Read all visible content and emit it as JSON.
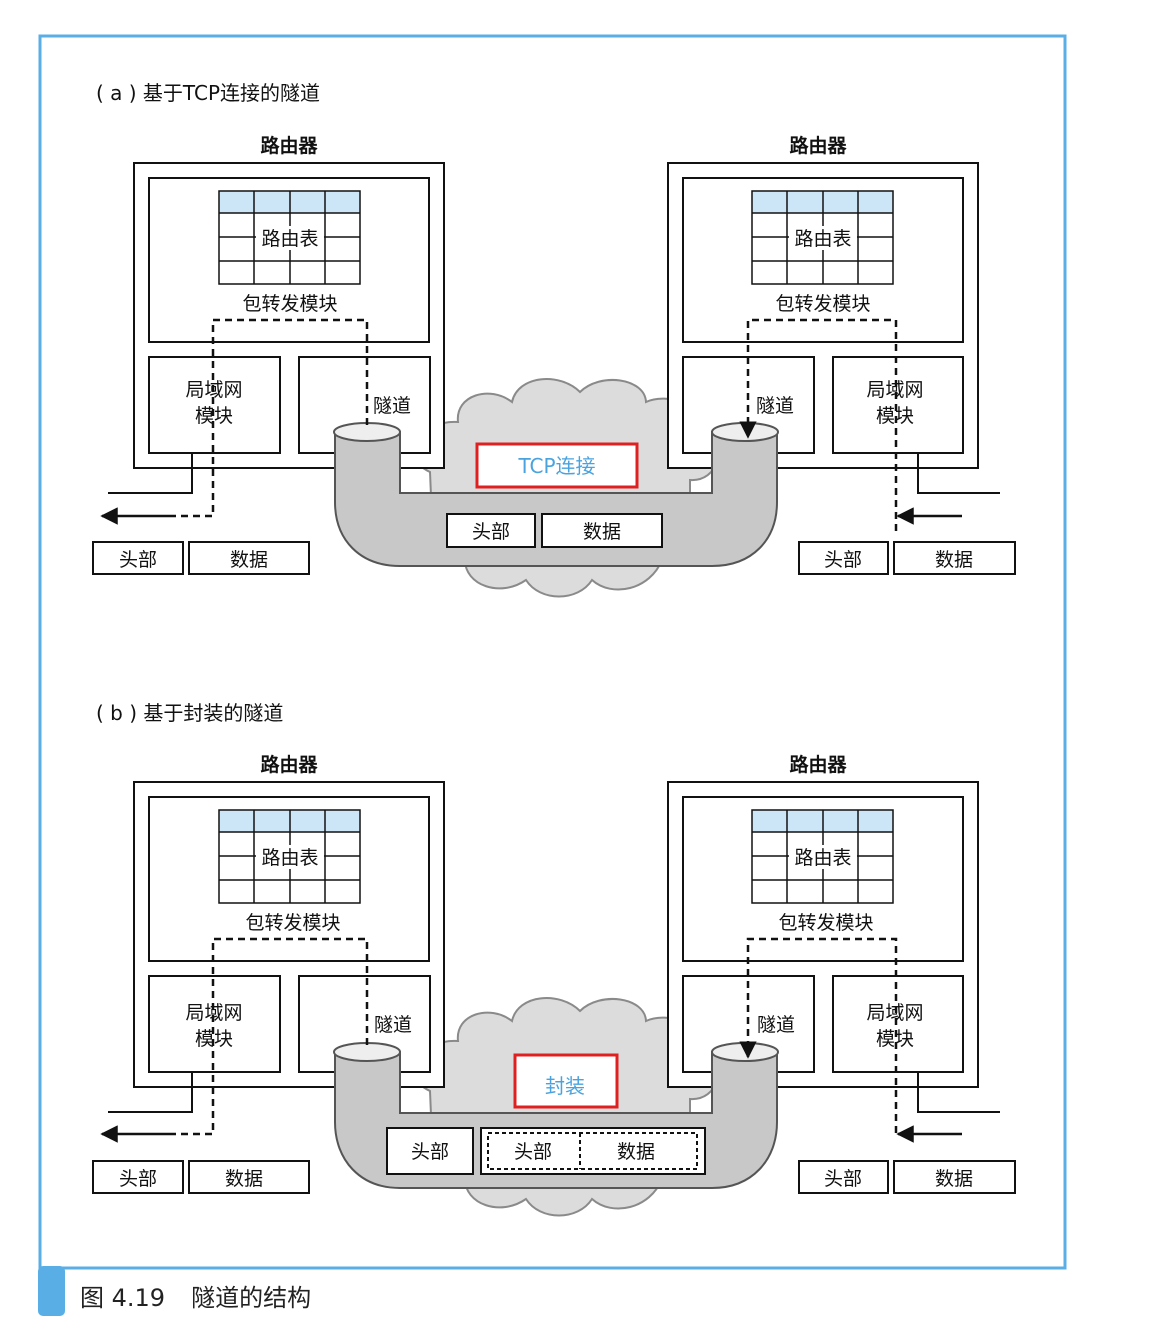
{
  "panel_a": {
    "title": "( a ) 基于TCP连接的隧道",
    "left_router": {
      "label": "路由器",
      "table_label": "路由表",
      "forwarding_label": "包转发模块",
      "lan_label_line1": "局域网",
      "lan_label_line2": "模块",
      "tunnel_label": "隧道"
    },
    "right_router": {
      "label": "路由器",
      "table_label": "路由表",
      "forwarding_label": "包转发模块",
      "lan_label_line1": "局域网",
      "lan_label_line2": "模块",
      "tunnel_label": "隧道"
    },
    "network_label": "TCP连接",
    "pipe_packet": {
      "header": "头部",
      "data": "数据"
    },
    "left_packet": {
      "header": "头部",
      "data": "数据"
    },
    "right_packet": {
      "header": "头部",
      "data": "数据"
    }
  },
  "panel_b": {
    "title": "( b ) 基于封装的隧道",
    "left_router": {
      "label": "路由器",
      "table_label": "路由表",
      "forwarding_label": "包转发模块",
      "lan_label_line1": "局域网",
      "lan_label_line2": "模块",
      "tunnel_label": "隧道"
    },
    "right_router": {
      "label": "路由器",
      "table_label": "路由表",
      "forwarding_label": "包转发模块",
      "lan_label_line1": "局域网",
      "lan_label_line2": "模块",
      "tunnel_label": "隧道"
    },
    "network_label": "封装",
    "pipe_packet": {
      "outer_header": "头部",
      "inner_header": "头部",
      "inner_data": "数据"
    },
    "left_packet": {
      "header": "头部",
      "data": "数据"
    },
    "right_packet": {
      "header": "头部",
      "data": "数据"
    }
  },
  "caption": {
    "number": "图 4.19",
    "title": "隧道的结构"
  },
  "colors": {
    "frame": "#5aaee6",
    "table_header": "#cde6f7",
    "cloud": "#dcdcdc",
    "pipe": "#c8c8c8",
    "highlight_box": "#e02020",
    "highlight_text": "#4aa3df"
  }
}
